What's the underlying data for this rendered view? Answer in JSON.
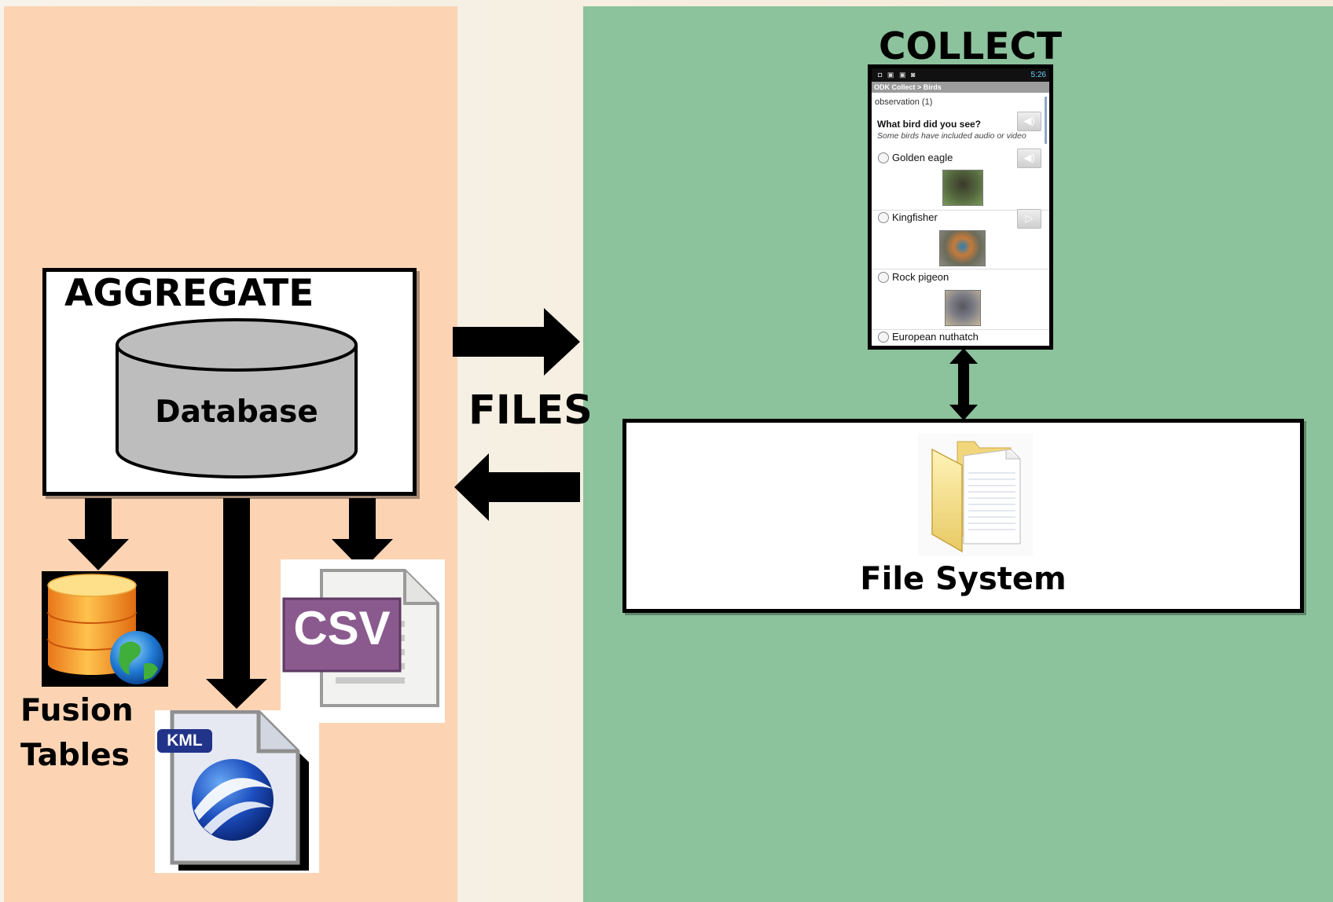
{
  "aggregate": {
    "title": "AGGREGATE",
    "database_label": "Database"
  },
  "transfer": {
    "label": "FILES"
  },
  "collect": {
    "title": "COLLECT",
    "phone": {
      "clock": "5:26",
      "titlebar": "ODK Collect > Birds",
      "form_group": "observation (1)",
      "question": "What bird did you see?",
      "hint": "Some birds have included audio or video",
      "options": [
        "Golden eagle",
        "Kingfisher",
        "Rock pigeon",
        "European nuthatch"
      ]
    }
  },
  "file_system": {
    "label": "File System"
  },
  "exports": {
    "fusion_line1": "Fusion",
    "fusion_line2": "Tables",
    "csv_badge": "CSV",
    "kml_badge": "KML"
  },
  "colors": {
    "aggregate_bg": "#fcd4b4",
    "collect_bg": "#8cc29c",
    "csv_purple": "#8a5a8e",
    "kml_blue": "#22338a",
    "database_fill": "#bdbdbd"
  }
}
